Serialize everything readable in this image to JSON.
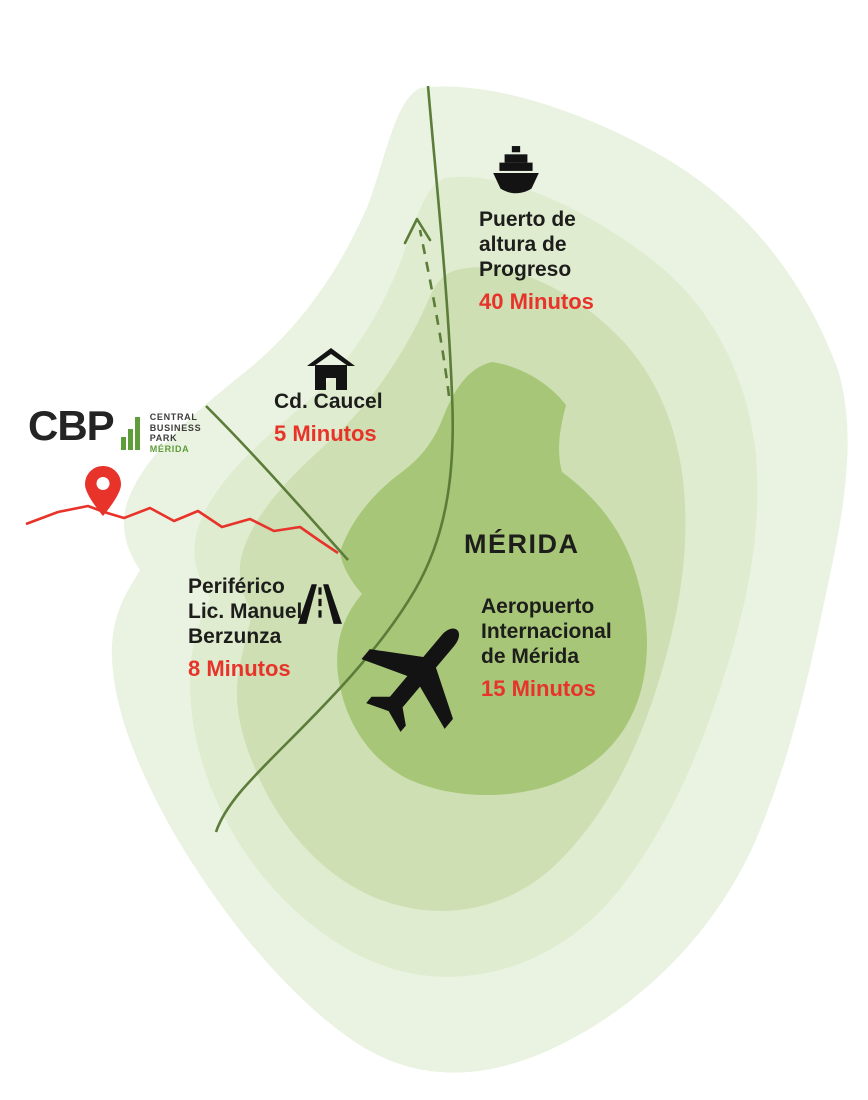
{
  "logo": {
    "abbr": "CBP",
    "words": [
      "CENTRAL",
      "BUSINESS",
      "PARK",
      "MÉRIDA"
    ]
  },
  "city": {
    "label": "MÉRIDA"
  },
  "destinations": [
    {
      "id": "progreso",
      "icon": "ship-icon",
      "name": "Puerto de\naltura de\nProgreso",
      "time": "40 Minutos"
    },
    {
      "id": "caucel",
      "icon": "house-icon",
      "name": "Cd. Caucel",
      "time": "5 Minutos"
    },
    {
      "id": "periferico",
      "icon": "highway-icon",
      "name": "Periférico\nLic. Manuel\nBerzunza",
      "time": "8 Minutos"
    },
    {
      "id": "aeropuerto",
      "icon": "plane-icon",
      "name": "Aeropuerto\nInternacional\nde Mérida",
      "time": "15 Minutos"
    }
  ],
  "colors": {
    "ring_outer": "#eaf3e1",
    "ring_2": "#dfeccf",
    "ring_3": "#cddfb3",
    "core": "#a7c677",
    "road": "#5c7c3a",
    "accent_red": "#e8332a",
    "ink": "#1d1d1b",
    "logo_green": "#5f9c3a"
  }
}
